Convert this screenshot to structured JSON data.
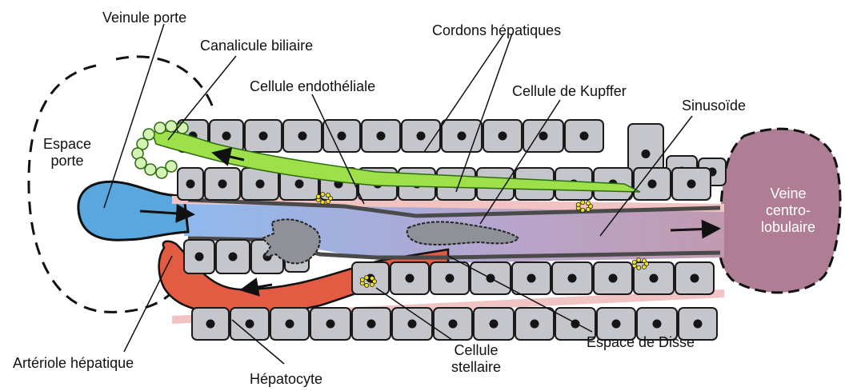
{
  "labels": {
    "veinule_porte": "Veinule porte",
    "canalicule_biliaire": "Canalicule biliaire",
    "cordons_hepatiques": "Cordons hépatiques",
    "cellule_endotheliale": "Cellule endothéliale",
    "cellule_kupffer": "Cellule de Kupffer",
    "sinusoide": "Sinusoïde",
    "espace_porte_1": "Espace",
    "espace_porte_2": "porte",
    "veine_1": "Veine",
    "veine_2": "centro-",
    "veine_3": "lobulaire",
    "arteriole_hepatique": "Artériole hépatique",
    "cellule_stellaire_1": "Cellule",
    "cellule_stellaire_2": "stellaire",
    "espace_disse": "Espace de Disse",
    "hepatocyte": "Hépatocyte"
  },
  "colors": {
    "hepatocyte_fill": "#c4c6cc",
    "cell_outline": "#1a1a1a",
    "nucleus": "#151515",
    "bile_canaliculus": "#9ee04a",
    "portal_venule": "#5aa7e0",
    "hepatic_arteriole": "#e35b43",
    "central_vein": "#b07e94",
    "space_of_disse": "#f2c3c3",
    "stellate_granules": "#f2e21c",
    "sinusoid_gradient_start": "#8fb9ee",
    "sinusoid_gradient_end": "#c19ab0"
  }
}
